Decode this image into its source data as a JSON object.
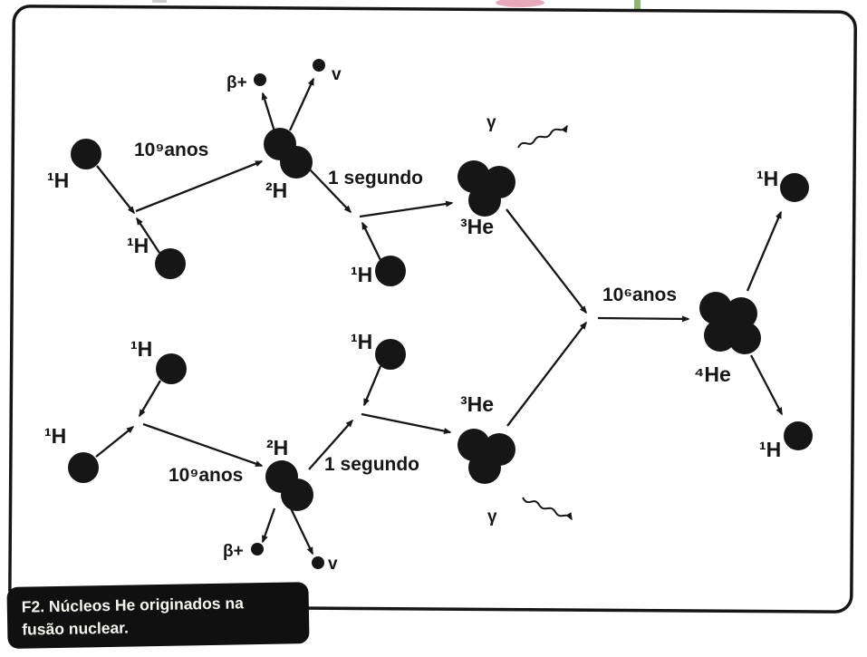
{
  "figure": {
    "caption_line1": "F2. Núcleos He originados na",
    "caption_line2": "fusão nuclear."
  },
  "labels": {
    "h1": "¹H",
    "h2": "²H",
    "he3": "³He",
    "he4": "⁴He",
    "t9": "10⁹anos",
    "t6": "10⁶anos",
    "sec": "1 segundo",
    "beta": "β+",
    "nu": "v",
    "gamma": "γ"
  },
  "colors": {
    "ink": "#161616",
    "paper": "#ffffff",
    "caption_bg": "#101010",
    "caption_text": "#f5f5f0",
    "artifact_pink": "#e49ab0",
    "artifact_green": "#7fae62"
  }
}
